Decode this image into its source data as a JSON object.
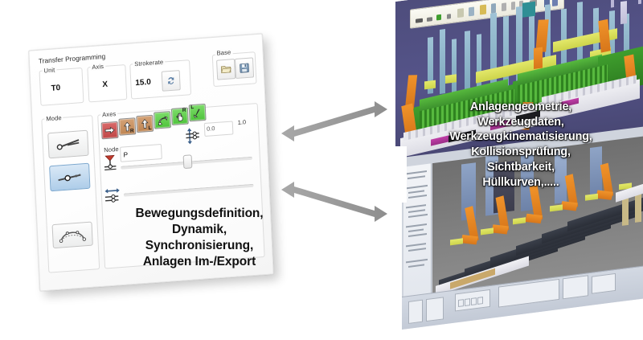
{
  "left_panel": {
    "name": "transfer-programming-dialog",
    "header": "Transfer Programming",
    "groups": {
      "unit": {
        "label": "Unit",
        "value": "T0"
      },
      "axis": {
        "label": "Axis",
        "value": "X"
      },
      "strokerate": {
        "label": "Strokerate",
        "value": "15.0",
        "refresh_icon": "refresh-icon"
      },
      "base": {
        "label": "Base",
        "open_icon": "folder-open-icon",
        "save_icon": "floppy-save-icon"
      },
      "mode": {
        "label": "Mode"
      },
      "axes": {
        "label": "Axes"
      },
      "node": {
        "label": "Node",
        "value": "P"
      }
    },
    "axes_buttons": [
      {
        "name": "axis-btn-x",
        "letter": "",
        "glyph": "➡",
        "color": "red"
      },
      {
        "name": "axis-btn-yr",
        "letter": "R",
        "glyph": "⬆",
        "color": "tan"
      },
      {
        "name": "axis-btn-yl",
        "letter": "L",
        "glyph": "⬆",
        "color": "tan"
      },
      {
        "name": "axis-btn-rot",
        "letter": "",
        "glyph": "↻",
        "color": "green"
      },
      {
        "name": "axis-btn-rr",
        "letter": "R",
        "glyph": "✋",
        "color": "green"
      },
      {
        "name": "axis-btn-rl",
        "letter": "L",
        "glyph": "↙",
        "color": "green"
      }
    ],
    "mode_buttons": [
      {
        "name": "mode-btn-linear",
        "icon": "linear-move-icon",
        "selected": false
      },
      {
        "name": "mode-btn-point",
        "icon": "point-move-icon",
        "selected": true
      },
      {
        "name": "mode-btn-curve",
        "icon": "curve-path-icon",
        "selected": false
      }
    ],
    "numeric": {
      "vertical_icon": "vertical-adjust-icon",
      "field_value": "0.0",
      "range_max": "1.0",
      "horizontal_icon": "horizontal-adjust-icon",
      "node_icon": "node-marker-icon"
    }
  },
  "captions": {
    "left": "Bewegungsdefinition,\nDynamik,\nSynchronisierung,\nAnlagen Im-/Export",
    "right": "Anlagengeometrie,\nWerkzeugdaten,\nWerkzeugkinematisierung,\nKollisionsprüfung,\nSichtbarkeit,\nHüllkurven,....."
  },
  "arrows": [
    {
      "name": "arrow-top-bidirectional",
      "direction": "bidirectional-up-right"
    },
    {
      "name": "arrow-bottom-bidirectional",
      "direction": "bidirectional-down-right"
    }
  ],
  "screenshots": {
    "top": {
      "name": "cad-plant-layout-3d-view",
      "description": "3D plant layout simulation, purple background"
    },
    "bottom": {
      "name": "robot-simulation-3d-view",
      "description": "3D transfer line robot simulation, gray background"
    }
  },
  "colors": {
    "arrow": "#9a9a9a",
    "top_background": "#4e4d7c",
    "bottom_background": "#7d7d7d",
    "accent_green": "#3f9e2e",
    "accent_orange": "#f0932a",
    "accent_yellow": "#e3e86a",
    "selected_blue": "#aecde9",
    "caption_left": "#111111",
    "caption_right": "#ffffff"
  }
}
